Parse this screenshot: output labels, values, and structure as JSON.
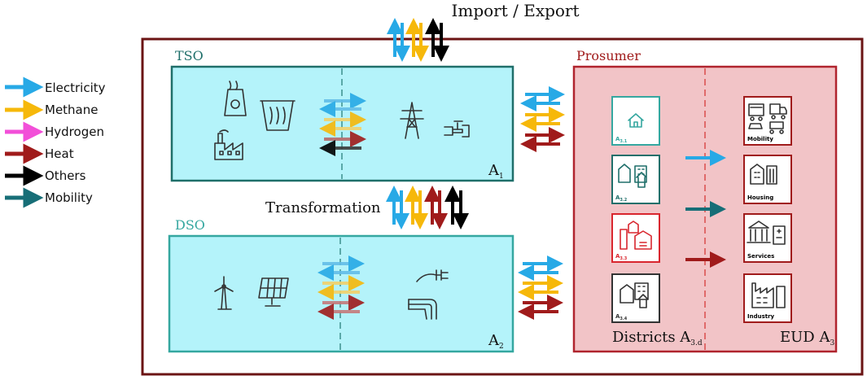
{
  "title": "Import / Export",
  "legend": [
    {
      "label": "Electricity",
      "color": "#27a9e6"
    },
    {
      "label": "Methane",
      "color": "#f6b80a"
    },
    {
      "label": "Hydrogen",
      "color": "#f24fd8"
    },
    {
      "label": "Heat",
      "color": "#a01b1b"
    },
    {
      "label": "Others",
      "color": "#000000"
    },
    {
      "label": "Mobility",
      "color": "#176e77"
    }
  ],
  "tso": {
    "label": "TSO",
    "area": "A",
    "area_sub": "1"
  },
  "dso": {
    "label": "DSO",
    "area": "A",
    "area_sub": "2"
  },
  "transformation": "Transformation",
  "prosumer": {
    "label": "Prosumer",
    "districts_label": "Districts A",
    "districts_sub": "3.d",
    "eud_label": "EUD A",
    "eud_sub": "3",
    "districts": [
      {
        "label": "A",
        "sub": "3.1"
      },
      {
        "label": "A",
        "sub": "3.2"
      },
      {
        "label": "A",
        "sub": "3.3"
      },
      {
        "label": "A",
        "sub": "3.4"
      }
    ],
    "eud": [
      "Mobility",
      "Housing",
      "Services",
      "Industry"
    ]
  },
  "colors": {
    "outer_border": "#6b1414",
    "tso_fill": "#b4f3fa",
    "tso_border": "#1f6f6a",
    "dso_fill": "#b4f3fa",
    "dso_border": "#35a7a0",
    "prosumer_fill": "#f2c4c7",
    "prosumer_border": "#b0242e"
  }
}
